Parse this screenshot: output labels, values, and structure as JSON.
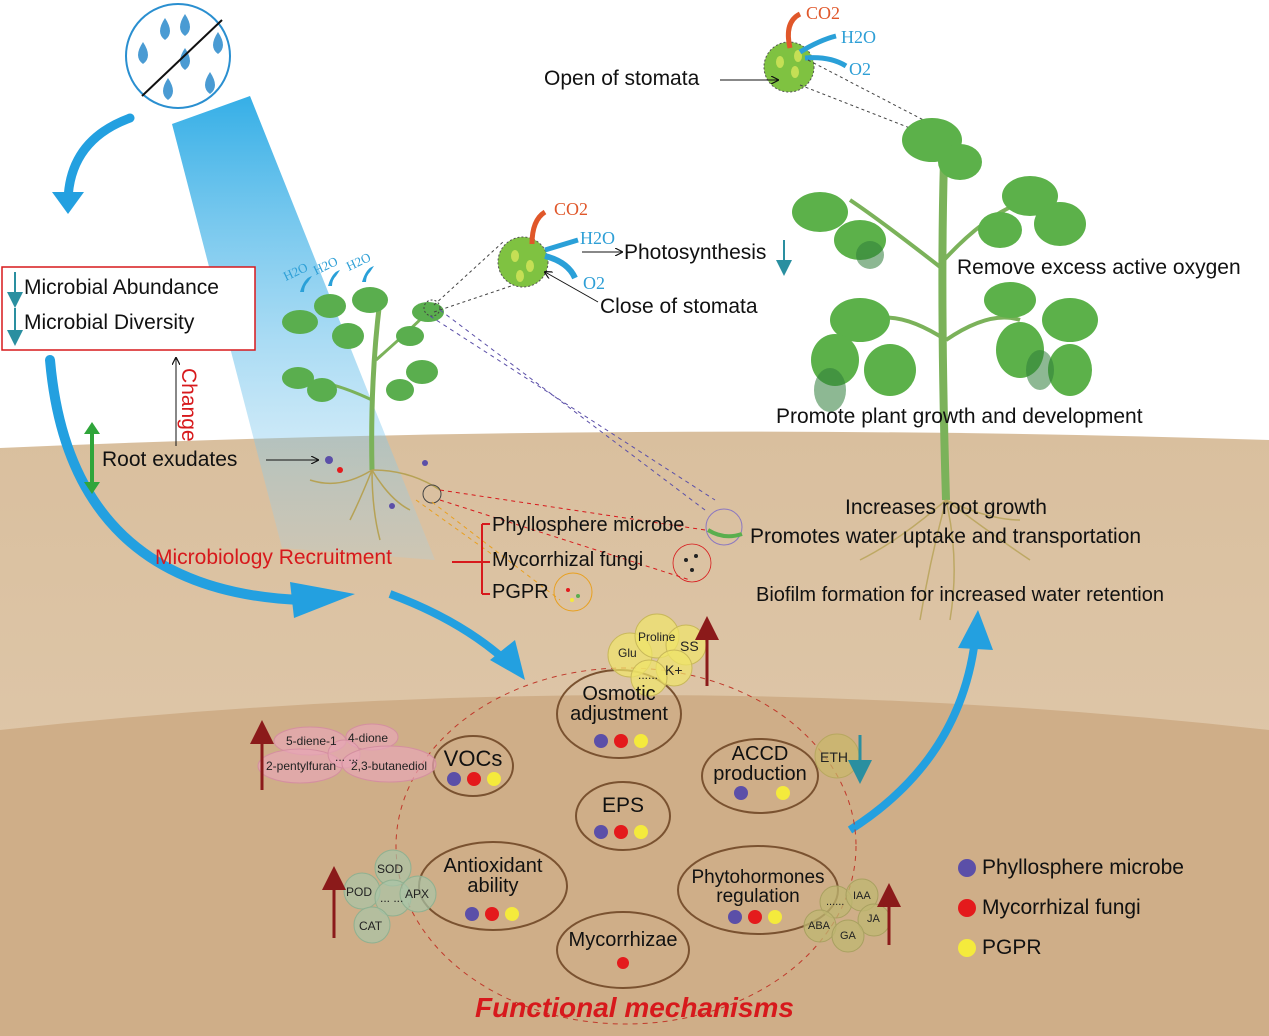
{
  "drought_icon": {
    "name": "no-water-drops"
  },
  "colors": {
    "phyllosphere": "#5b4fa8",
    "mycorrhizal": "#e41a1c",
    "pgpr": "#f4ea3c",
    "soil_upper": "#dcc3a3",
    "soil_lower": "#cfae88",
    "sky_blue": "#2aa9e0",
    "red_text": "#d7191c"
  },
  "left_panel": {
    "microbial_abundance": "Microbial Abundance",
    "microbial_diversity": "Microbial Diversity",
    "change": "Change",
    "root_exudates": "Root exudates",
    "recruitment": "Microbiology Recruitment"
  },
  "stressed_plant": {
    "h2o_labels": [
      "H2O",
      "H2O",
      "H2O"
    ],
    "co2": "CO2",
    "h2o": "H2O",
    "o2": "O2",
    "photosynthesis": "Photosynthesis",
    "close_stomata": "Close of stomata"
  },
  "healthy_plant": {
    "co2": "CO2",
    "h2o": "H2O",
    "o2": "O2",
    "open_stomata": "Open of stomata",
    "remove_oxygen": "Remove excess active oxygen",
    "promote_growth": "Promote plant growth and development",
    "root_growth": "Increases root growth",
    "water_uptake": "Promotes water uptake and transportation",
    "biofilm": "Biofilm formation for increased water retention"
  },
  "microbes": {
    "phyllosphere": "Phyllosphere microbe",
    "mycorrhizal": "Mycorrhizal fungi",
    "pgpr": "PGPR"
  },
  "mechanisms": {
    "osmotic": {
      "line1": "Osmotic",
      "line2": "adjustment",
      "dots": [
        "phyllosphere",
        "mycorrhizal",
        "pgpr"
      ]
    },
    "vocs": {
      "line1": "VOCs",
      "dots": [
        "phyllosphere",
        "mycorrhizal",
        "pgpr"
      ]
    },
    "accd": {
      "line1": "ACCD",
      "line2": "production",
      "dots": [
        "phyllosphere",
        "pgpr"
      ]
    },
    "eps": {
      "line1": "EPS",
      "dots": [
        "phyllosphere",
        "mycorrhizal",
        "pgpr"
      ]
    },
    "antioxidant": {
      "line1": "Antioxidant",
      "line2": "ability",
      "dots": [
        "phyllosphere",
        "mycorrhizal",
        "pgpr"
      ]
    },
    "phytohormones": {
      "line1": "Phytohormones",
      "line2": "regulation",
      "dots": [
        "phyllosphere",
        "mycorrhizal",
        "pgpr"
      ]
    },
    "mycorrhizae": {
      "line1": "Mycorrhizae",
      "dots": [
        "mycorrhizal"
      ]
    }
  },
  "bubbles": {
    "osmotic": [
      "Glu",
      "Proline",
      "SS",
      "K+",
      "......"
    ],
    "vocs": [
      "5-diene-1",
      "4-dione",
      "2-pentylfuran",
      "... ...",
      "2,3-butanediol"
    ],
    "eth": "ETH",
    "antioxidant": [
      "SOD",
      "POD",
      "... ...",
      "APX",
      "CAT"
    ],
    "hormones": [
      "IAA",
      "......",
      "JA",
      "ABA",
      "GA"
    ]
  },
  "legend": [
    {
      "key": "phyllosphere",
      "label": "Phyllosphere microbe"
    },
    {
      "key": "mycorrhizal",
      "label": "Mycorrhizal fungi"
    },
    {
      "key": "pgpr",
      "label": "PGPR"
    }
  ],
  "footer": "Functional mechanisms"
}
